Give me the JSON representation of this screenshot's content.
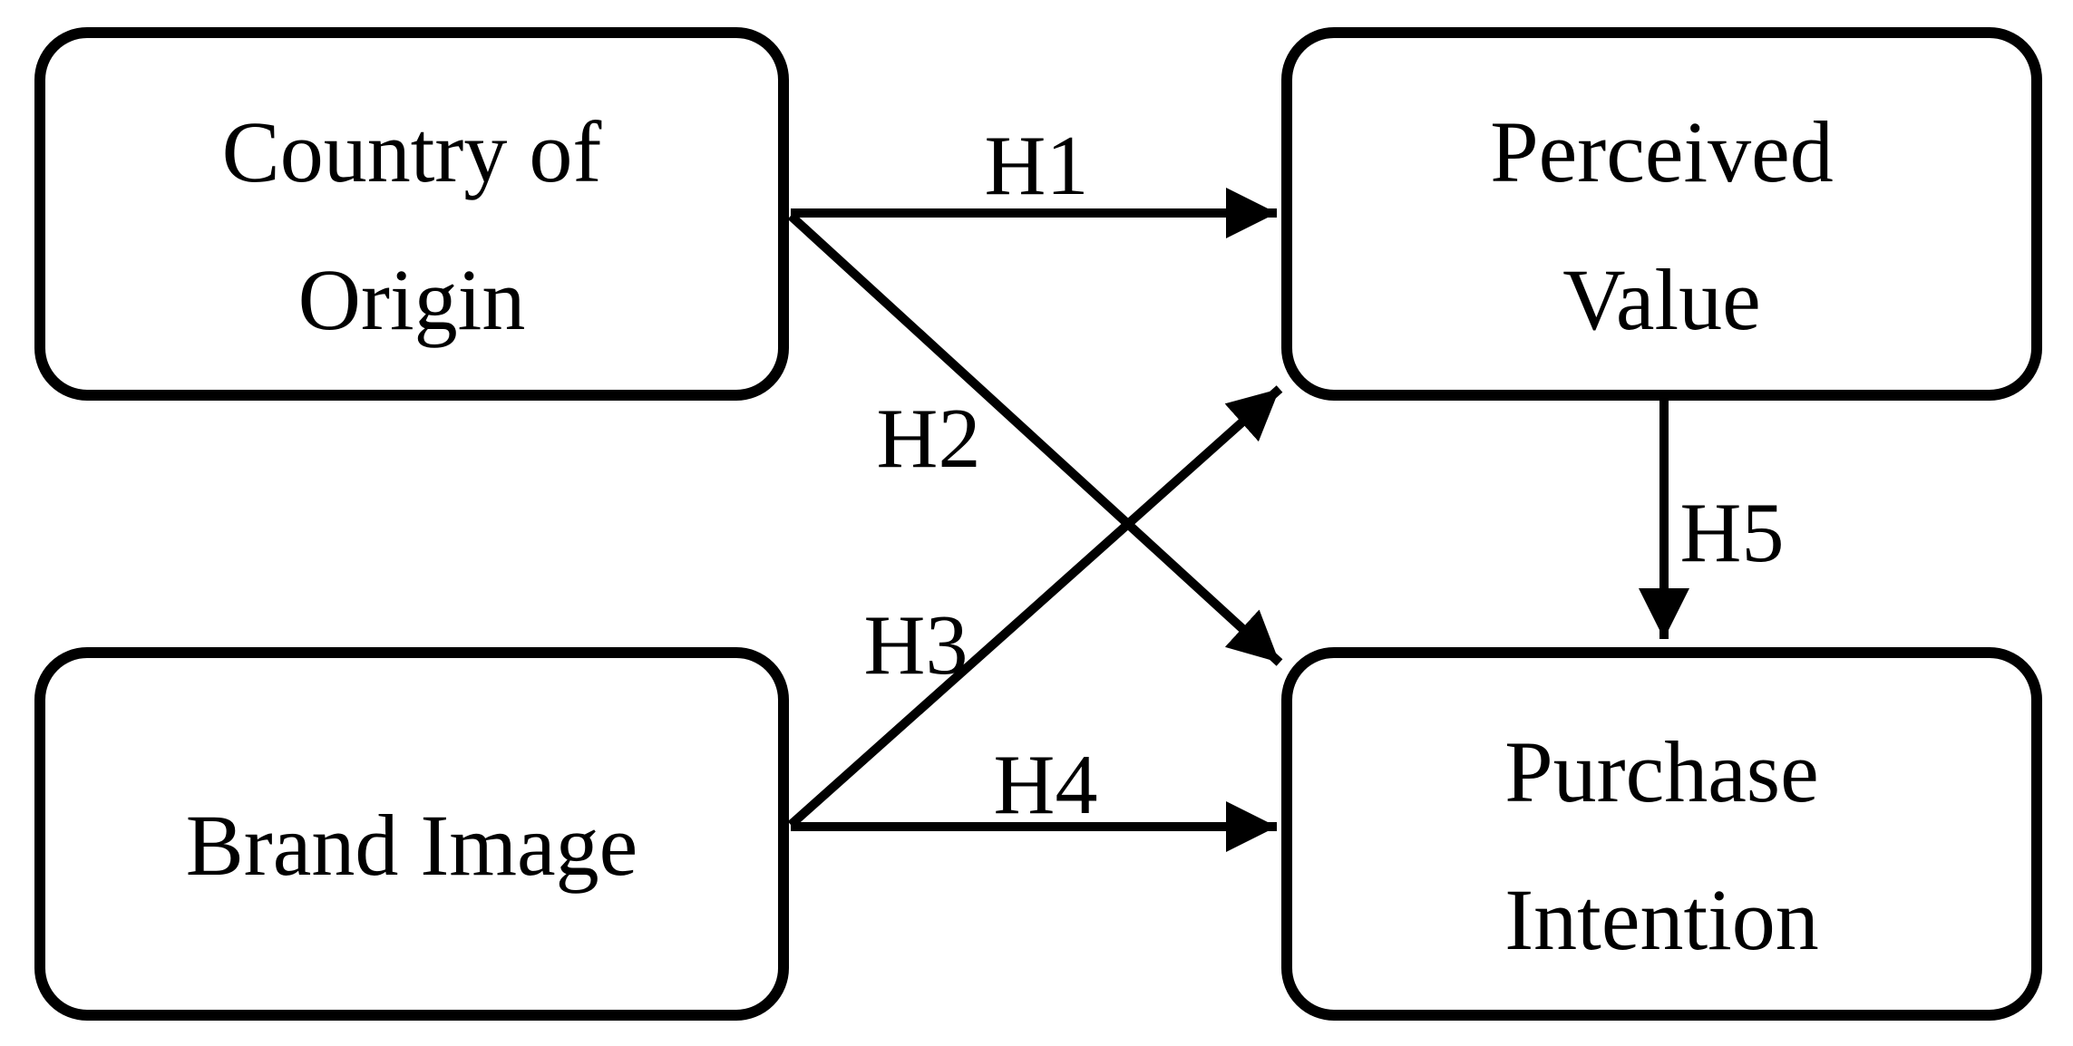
{
  "diagram": {
    "type": "conceptual-path-model",
    "background_color": "#ffffff",
    "stroke_color": "#000000",
    "node_fill_color": "#ffffff",
    "nodes": [
      {
        "id": "country-of-origin",
        "label": "Country of Origin",
        "lines": [
          "Country of",
          "Origin"
        ]
      },
      {
        "id": "perceived-value",
        "label": "Perceived Value",
        "lines": [
          "Perceived",
          "Value"
        ]
      },
      {
        "id": "brand-image",
        "label": "Brand Image",
        "lines": [
          "Brand Image"
        ]
      },
      {
        "id": "purchase-intention",
        "label": "Purchase Intention",
        "lines": [
          "Purchase",
          "Intention"
        ]
      }
    ],
    "edges": [
      {
        "id": "h1",
        "label": "H1",
        "from": "Country of Origin",
        "to": "Perceived Value"
      },
      {
        "id": "h2",
        "label": "H2",
        "from": "Country of Origin",
        "to": "Purchase Intention"
      },
      {
        "id": "h3",
        "label": "H3",
        "from": "Brand Image",
        "to": "Perceived Value"
      },
      {
        "id": "h4",
        "label": "H4",
        "from": "Brand Image",
        "to": "Purchase Intention"
      },
      {
        "id": "h5",
        "label": "H5",
        "from": "Perceived Value",
        "to": "Purchase Intention"
      }
    ]
  }
}
